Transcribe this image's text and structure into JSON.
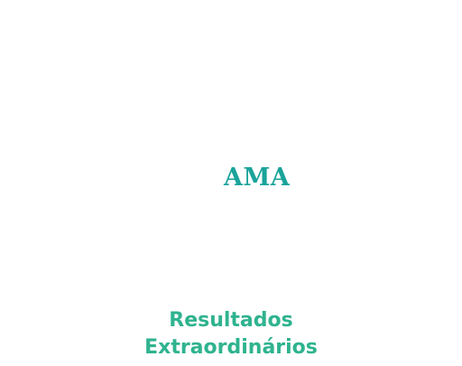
{
  "logo": {
    "text": "AMA",
    "color": "#1aa39a"
  },
  "tagline": {
    "line1": "Resultados",
    "line2": "Extraordinários",
    "color": "#2fb38f"
  },
  "background": "#ffffff"
}
